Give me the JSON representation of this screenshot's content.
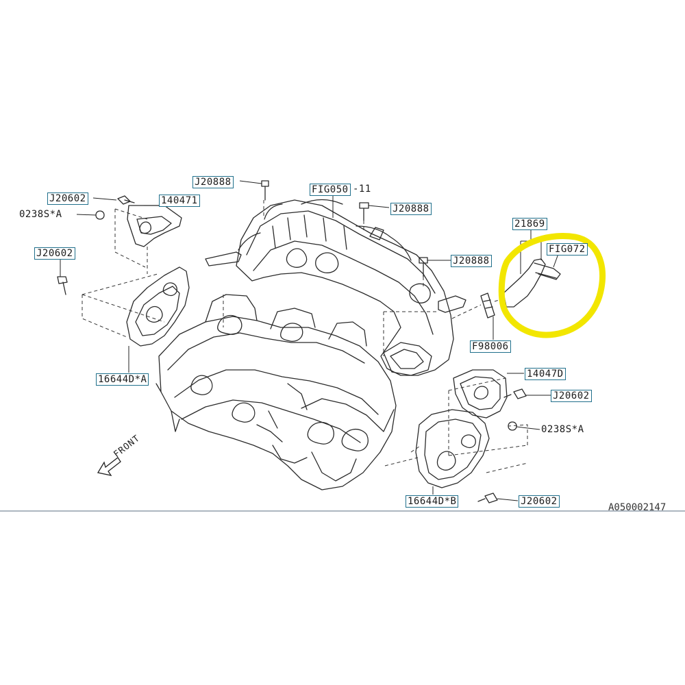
{
  "labels": {
    "j20602_top_left": "J20602",
    "l140471": "140471",
    "o238sa_left": "0238S*A",
    "j20602_left": "J20602",
    "j20888_top": "J20888",
    "fig050": "FIG050",
    "fig050_suffix": "-11",
    "j20888_right": "J20888",
    "j20888_mid": "J20888",
    "l21869": "21869",
    "fig072": "FIG072",
    "f98006": "F98006",
    "l16644da": "16644D*A",
    "l14047d": "14047D",
    "j20602_right": "J20602",
    "o238sa_right": "0238S*A",
    "l16644db": "16644D*B",
    "j20602_bottom": "J20602",
    "front": "FRONT",
    "ref_code": "A050002147"
  },
  "colors": {
    "label_box": "#1f6f8b",
    "line_art": "#2a2a2a",
    "highlight": "#f2e600",
    "separator": "#7a8a9a"
  }
}
